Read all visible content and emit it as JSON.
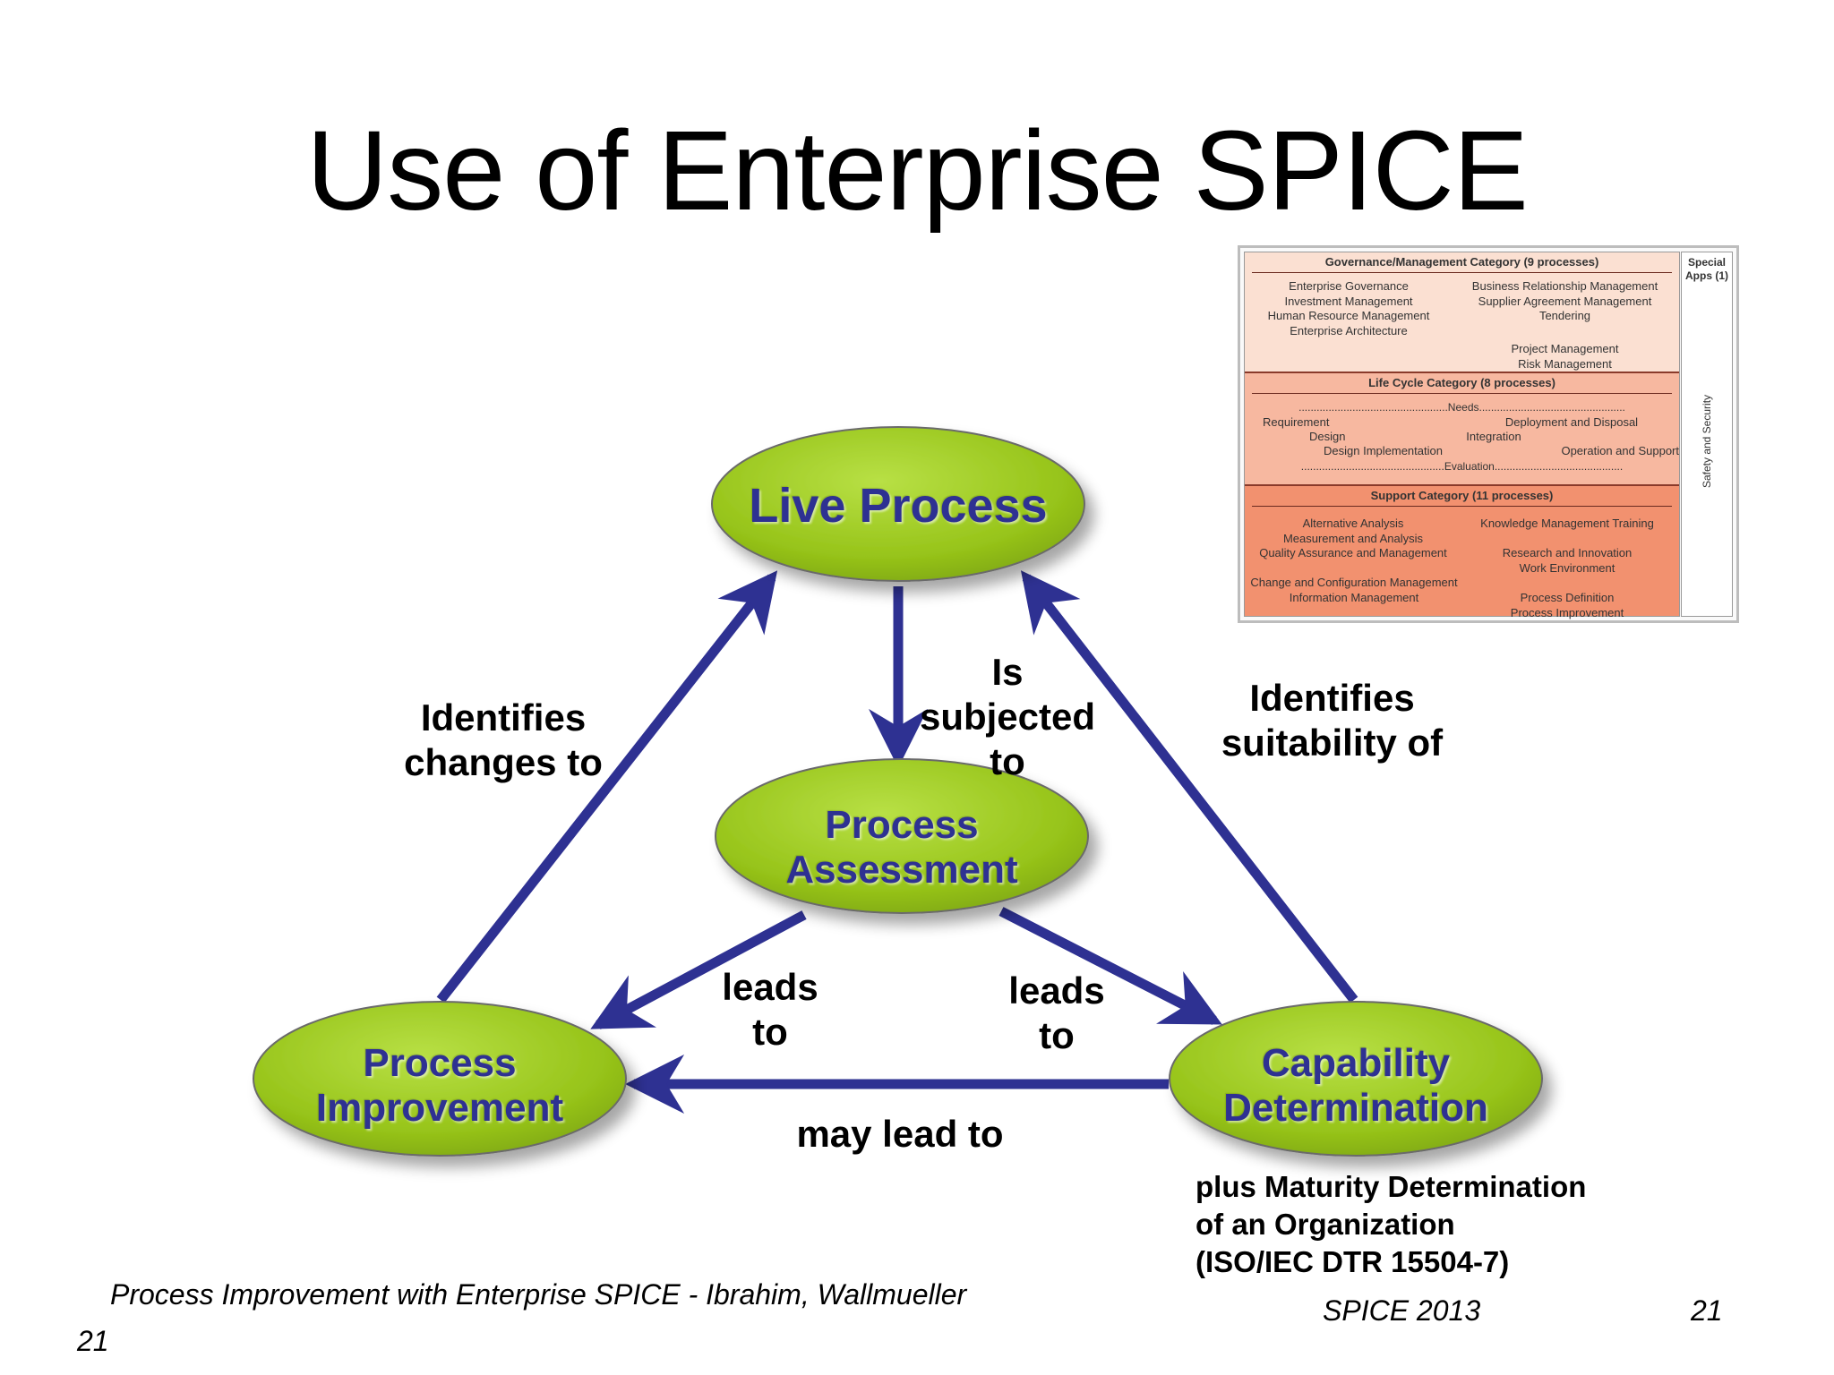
{
  "title": "Use of Enterprise SPICE",
  "nodes": {
    "live": "Live Process",
    "assessment": "Process\nAssessment",
    "improvement": "Process\nImprovement",
    "capability": "Capability\nDetermination"
  },
  "edges": {
    "identifies_changes": "Identifies\nchanges to",
    "is_subjected": "Is\nsubjected\nto",
    "identifies_suitability": "Identifies\nsuitability of",
    "leads_to_left": "leads\nto",
    "leads_to_right": "leads\nto",
    "may_lead_to": "may lead to"
  },
  "note": "plus Maturity Determination\nof an Organization\n(ISO/IEC DTR 15504-7)",
  "footer": {
    "citation": "Process Improvement with Enterprise SPICE - Ibrahim, Wallmueller",
    "page_left": "21",
    "conference": "SPICE 2013",
    "page_right": "21"
  },
  "inset": {
    "side_header": "Special\nApps (1)",
    "side_rotated": "Safety and Security",
    "governance": {
      "header": "Governance/Management Category (9 processes)",
      "left": "Enterprise Governance\nInvestment Management\nHuman Resource Management\nEnterprise Architecture",
      "right": "Business Relationship Management\nSupplier Agreement Management\nTendering",
      "right_lower": "Project Management\nRisk Management"
    },
    "lifecycle": {
      "header": "Life Cycle Category (8 processes)",
      "needs": "..................................................Needs.................................................",
      "left": "Requirement\nDesign\nDesign Implementation",
      "middle": "Integration",
      "right_top": "Deployment and Disposal",
      "right_bottom": "Operation and Support",
      "evaluation": "................................................Evaluation...........................................",
      "requirement": "Requirement",
      "design": "Design",
      "design_impl": "Design Implementation"
    },
    "support": {
      "header": "Support Category (11 processes)",
      "left": "Alternative Analysis\nMeasurement and Analysis\nQuality Assurance and Management",
      "left_lower": "Change and Configuration Management\nInformation Management",
      "right": "Knowledge Management Training",
      "right_mid": "Research and Innovation\nWork Environment",
      "right_lower": "Process Definition\nProcess Improvement"
    }
  },
  "colors": {
    "node_fill": "#97c41a",
    "node_text": "#2e3192",
    "arrow": "#2e3192"
  }
}
